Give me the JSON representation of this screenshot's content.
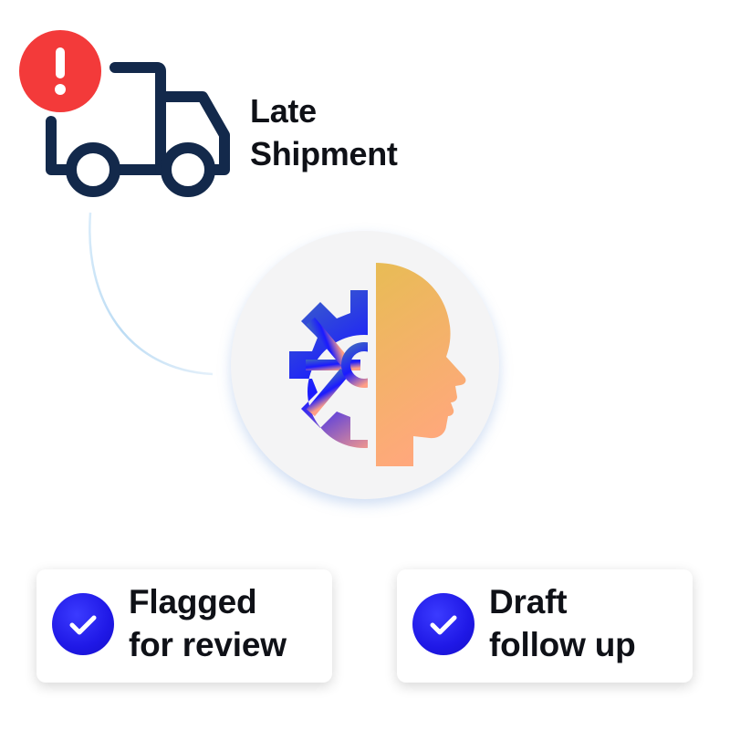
{
  "event": {
    "title_line1": "Late",
    "title_line2": "Shipment",
    "icon": "truck-icon",
    "badge_icon": "exclamation-icon"
  },
  "processor": {
    "icon": "gear-head-ai-icon"
  },
  "results": [
    {
      "line1": "Flagged",
      "line2": "for review",
      "icon": "checkmark-icon"
    },
    {
      "line1": "Draft",
      "line2": "follow up",
      "icon": "checkmark-icon"
    }
  ],
  "colors": {
    "truck_stroke": "#13294b",
    "alert_red": "#f33a3a",
    "check_blue": "#1f18e6",
    "gear_blue": "#1a1aff",
    "head_gold": "#ecbd55",
    "head_peach": "#ffaa78",
    "text": "#0f1117"
  }
}
